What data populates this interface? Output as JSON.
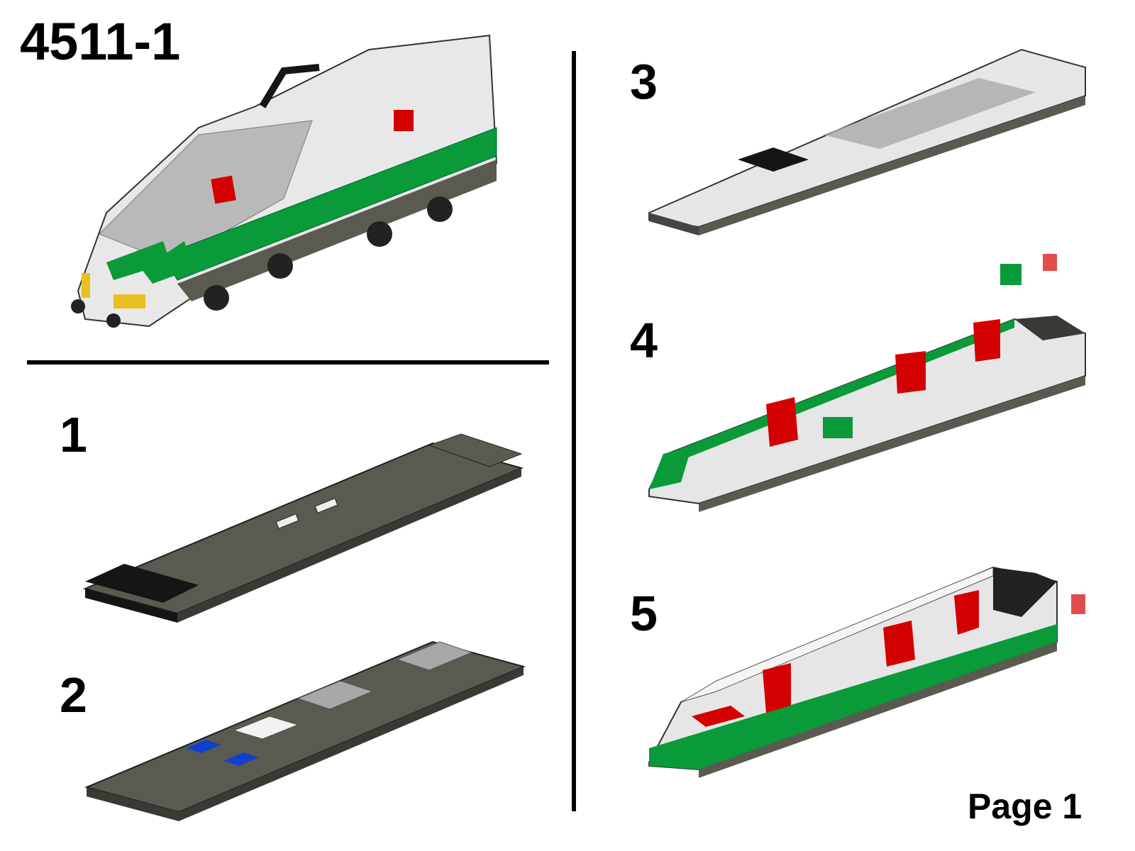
{
  "title": "4511-1",
  "steps": [
    {
      "number": "1"
    },
    {
      "number": "2"
    },
    {
      "number": "3"
    },
    {
      "number": "4"
    },
    {
      "number": "5"
    }
  ],
  "page_label": "Page 1",
  "colors": {
    "green": "#0a9a3a",
    "dark_gray": "#5a5a50",
    "red": "#d40000",
    "blue": "#1040d0",
    "white": "#f2f2f2",
    "black": "#151515"
  }
}
